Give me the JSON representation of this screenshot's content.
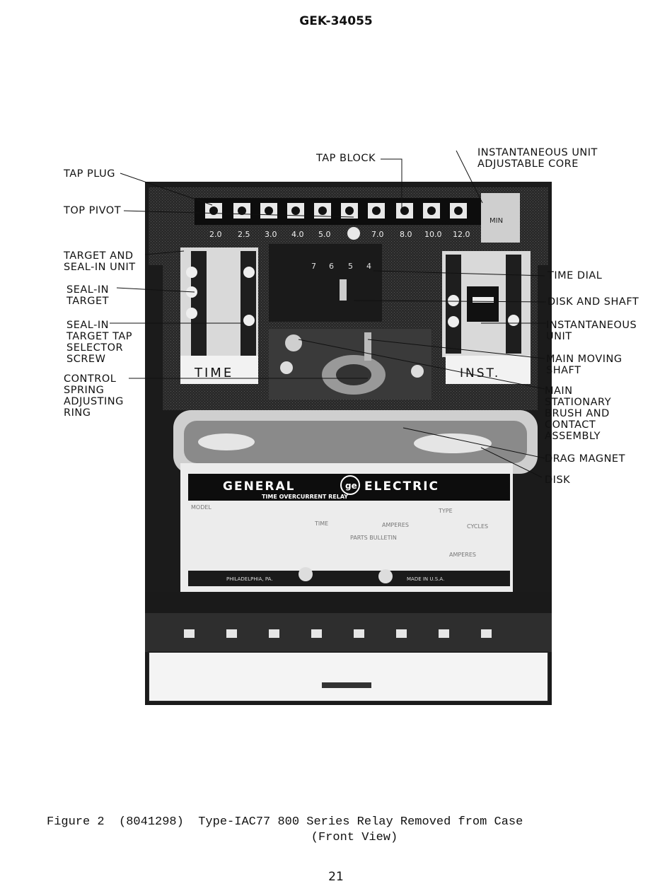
{
  "header": {
    "doc_id": "GEK-34055"
  },
  "callouts": {
    "tap_plug": "TAP PLUG",
    "top_pivot": "TOP PIVOT",
    "target_seal_in_unit": "TARGET AND\nSEAL-IN UNIT",
    "seal_in_target": "SEAL-IN\nTARGET",
    "seal_in_tap_screw": "SEAL-IN\nTARGET TAP\nSELECTOR\nSCREW",
    "control_spring_ring": "CONTROL\nSPRING\nADJUSTING\nRING",
    "tap_block": "TAP BLOCK",
    "inst_adjustable_core": "INSTANTANEOUS UNIT\nADJUSTABLE CORE",
    "time_dial": "TIME DIAL",
    "disk_and_shaft": "DISK AND SHAFT",
    "instantaneous_unit": "INSTANTANEOUS\nUNIT",
    "main_moving_shaft": "MAIN MOVING\nSHAFT",
    "main_stationary_brush": "MAIN\nSTATIONARY\nBRUSH AND\nCONTACT\nASSEMBLY",
    "drag_magnet": "DRAG MAGNET",
    "disk": "DISK"
  },
  "photo": {
    "tap_values": [
      "2.0",
      "2.5",
      "3.0",
      "4.0",
      "5.0",
      "7.0",
      "8.0",
      "10.0",
      "12.0"
    ],
    "dial_numbers": [
      "7",
      "6",
      "5",
      "4"
    ],
    "time_label": "TIME",
    "inst_label": "INST.",
    "min_label": "MIN",
    "nameplate": {
      "brand_left": "GENERAL",
      "brand_right": "ELECTRIC",
      "subtitle": "TIME OVERCURRENT RELAY",
      "model_label": "MODEL",
      "type_label": "TYPE",
      "time_label": "TIME",
      "amperes_label": "AMPERES",
      "cycles_label": "CYCLES",
      "bulletin_label": "PARTS BULLETIN",
      "amperes2_label": "AMPERES",
      "city": "PHILADELPHIA, PA.",
      "made_in": "MADE IN U.S.A."
    }
  },
  "caption": {
    "line1": "Figure 2  (8041298)  Type-IAC77 800 Series Relay Removed from Case",
    "line2": "(Front View)"
  },
  "footer": {
    "page_number": "21"
  }
}
